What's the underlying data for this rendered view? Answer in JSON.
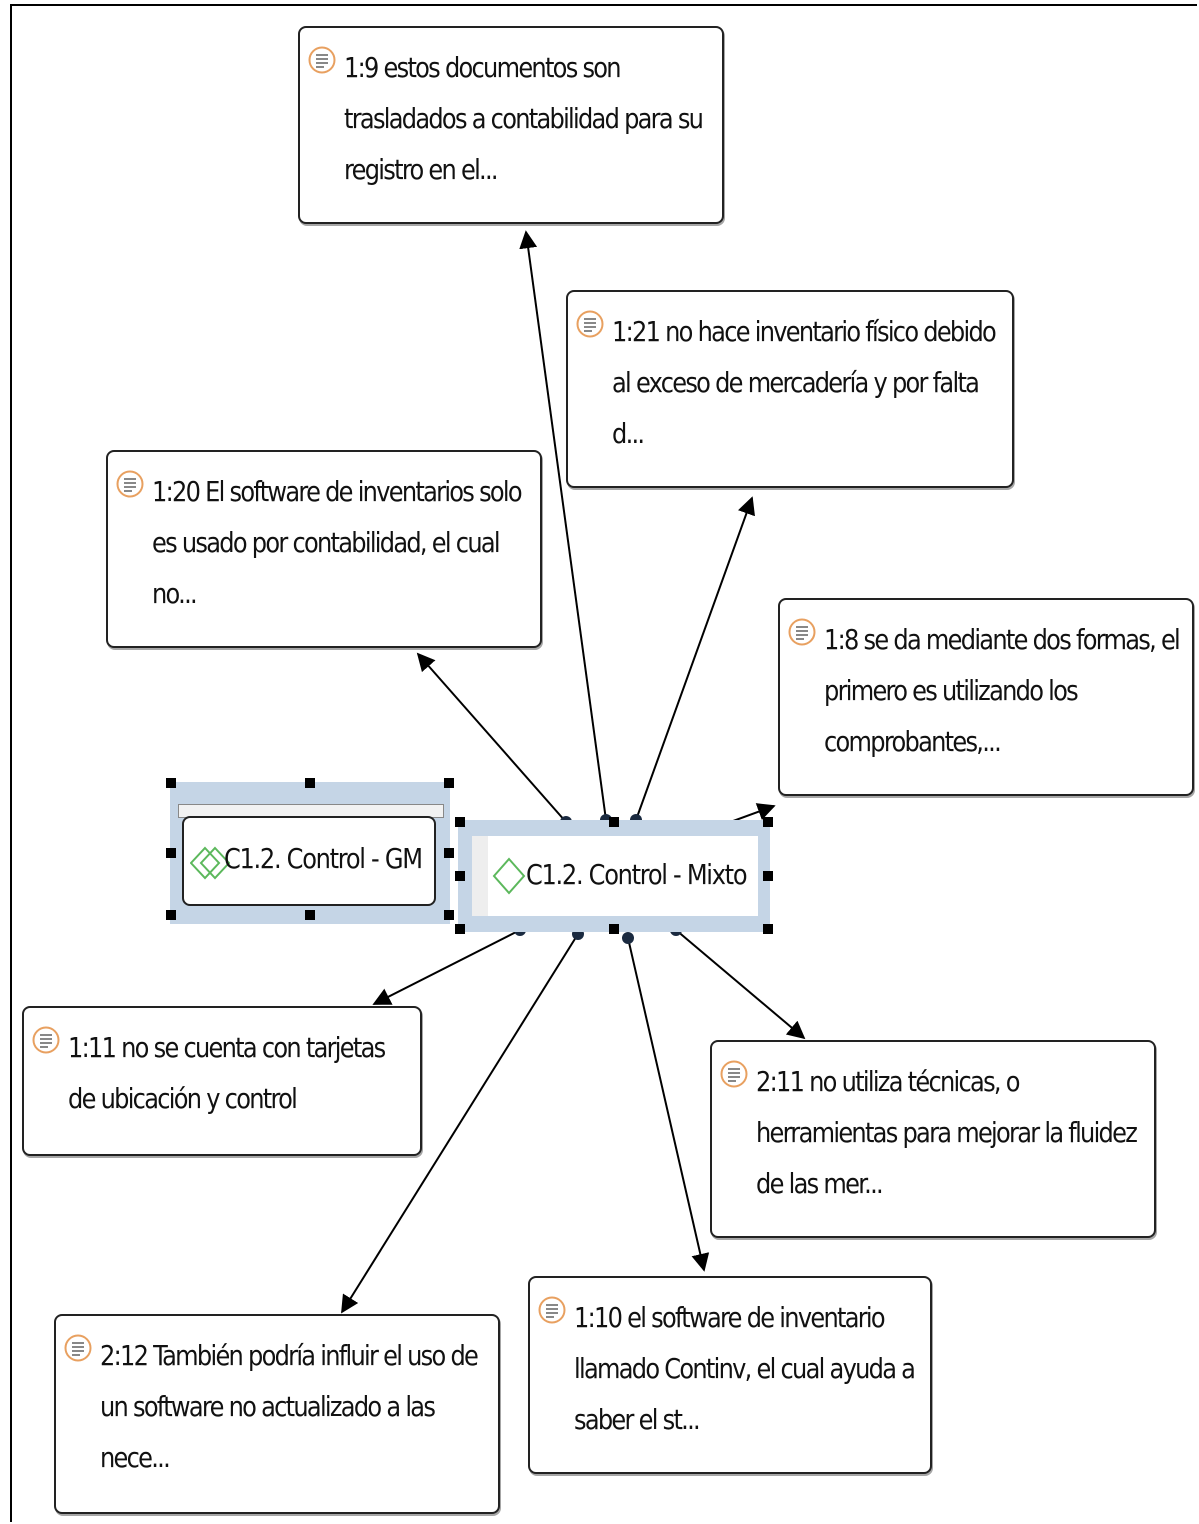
{
  "diagram": {
    "codes": [
      {
        "id": "gm",
        "label": "C1.2. Control - GM",
        "icon": "double-diamond-icon"
      },
      {
        "id": "mixto",
        "label": "C1.2. Control - Mixto",
        "icon": "diamond-icon"
      }
    ],
    "quotations": [
      {
        "id": "q1_9",
        "text": "1:9 estos documentos son trasladados a contabilidad para su registro en el..."
      },
      {
        "id": "q1_21",
        "text": "1:21 no hace inventario físico debido al exceso de mercadería y por falta d..."
      },
      {
        "id": "q1_20",
        "text": "1:20 El software de inventarios solo es usado por contabilidad, el cual no..."
      },
      {
        "id": "q1_8",
        "text": "1:8 se da mediante dos formas, el primero es utilizando los comprobantes,..."
      },
      {
        "id": "q1_11",
        "text": "1:11 no se cuenta con tarjetas de ubicación y control"
      },
      {
        "id": "q2_11",
        "text": "2:11 no utiliza técnicas, o herramientas para mejorar la fluidez de las mer..."
      },
      {
        "id": "q2_12",
        "text": "2:12 También podría influir el uso de un software no actualizado a las nece..."
      },
      {
        "id": "q1_10",
        "text": "1:10 el software de inventario llamado Continv, el cual ayuda a saber el st..."
      }
    ],
    "links": [
      {
        "from": "mixto",
        "to": "q1_9"
      },
      {
        "from": "mixto",
        "to": "q1_21"
      },
      {
        "from": "mixto",
        "to": "q1_20"
      },
      {
        "from": "mixto",
        "to": "q1_8"
      },
      {
        "from": "mixto",
        "to": "q1_11"
      },
      {
        "from": "mixto",
        "to": "q2_11"
      },
      {
        "from": "mixto",
        "to": "q2_12"
      },
      {
        "from": "mixto",
        "to": "q1_10"
      }
    ],
    "colors": {
      "selection": "#c5d5e6",
      "code_icon": "#5cb85c",
      "quote_icon_ring": "#e8a060",
      "line": "#000000"
    }
  }
}
